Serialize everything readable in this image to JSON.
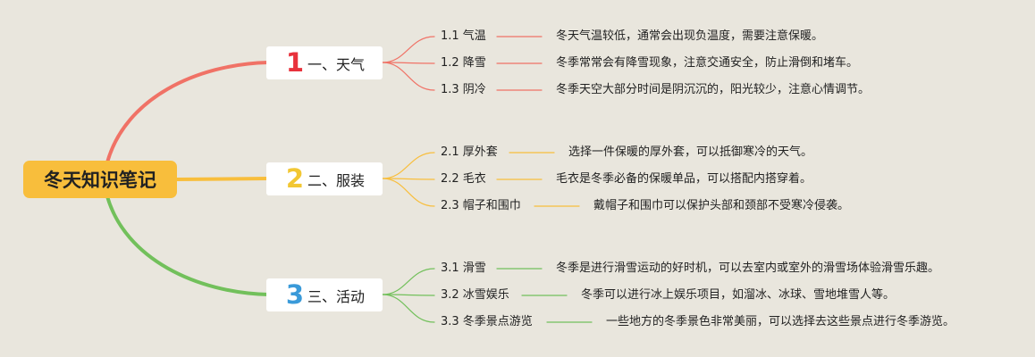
{
  "root": {
    "title": "冬天知识笔记"
  },
  "branches": [
    {
      "number": "1",
      "title": "一、天气",
      "color": "#f07266",
      "items": [
        {
          "label": "1.1 气温",
          "desc": "冬天气温较低，通常会出现负温度，需要注意保暖。"
        },
        {
          "label": "1.2 降雪",
          "desc": "冬季常常会有降雪现象，注意交通安全，防止滑倒和堵车。"
        },
        {
          "label": "1.3 阴冷",
          "desc": "冬季天空大部分时间是阴沉沉的，阳光较少，注意心情调节。"
        }
      ]
    },
    {
      "number": "2",
      "title": "二、服装",
      "color": "#f8be3c",
      "items": [
        {
          "label": "2.1 厚外套",
          "desc": "选择一件保暖的厚外套，可以抵御寒冷的天气。"
        },
        {
          "label": "2.2 毛衣",
          "desc": "毛衣是冬季必备的保暖单品，可以搭配内搭穿着。"
        },
        {
          "label": "2.3 帽子和围巾",
          "desc": "戴帽子和围巾可以保护头部和颈部不受寒冷侵袭。"
        }
      ]
    },
    {
      "number": "3",
      "title": "三、活动",
      "color": "#72c05b",
      "number_color": "#3a9ad9",
      "items": [
        {
          "label": "3.1 滑雪",
          "desc": "冬季是进行滑雪运动的好时机，可以去室内或室外的滑雪场体验滑雪乐趣。"
        },
        {
          "label": "3.2 冰雪娱乐",
          "desc": "冬季可以进行冰上娱乐项目，如溜冰、冰球、雪地堆雪人等。"
        },
        {
          "label": "3.3 冬季景点游览",
          "desc": "一些地方的冬季景色非常美丽，可以选择去这些景点进行冬季游览。"
        }
      ]
    }
  ]
}
